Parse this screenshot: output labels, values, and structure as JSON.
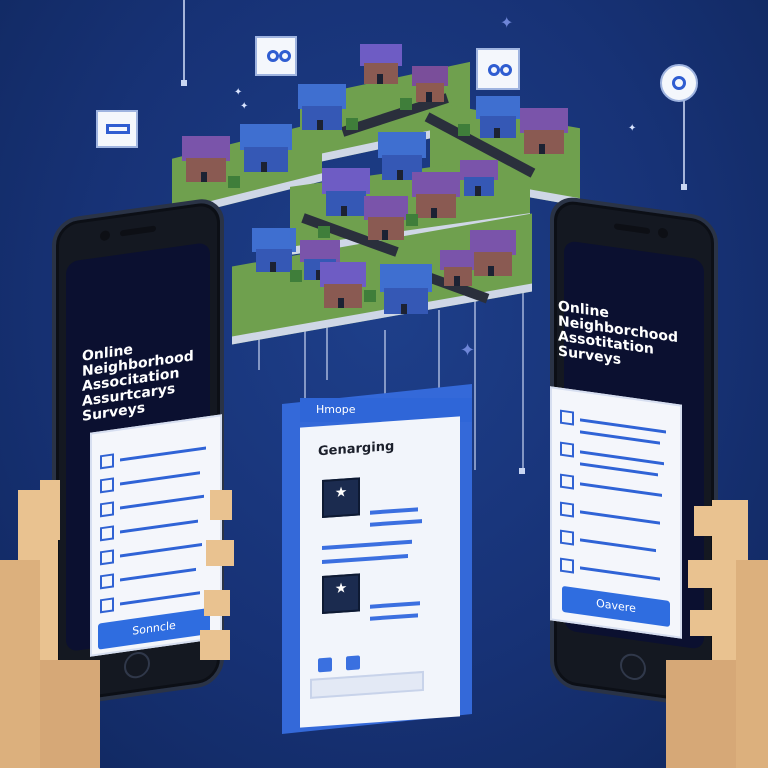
{
  "left_phone": {
    "title": "Online Neighborhood\nAssocitation\nAssurtcarys\nSurveys",
    "button_label": "Sonncle"
  },
  "right_phone": {
    "title": "Online\nNeighborchood\nAssotitation\nSurveys",
    "button_label": "Oavere"
  },
  "document": {
    "header": "Hmope",
    "title": "Genarging"
  },
  "icons": {
    "bubble": "chat-bubble-icon",
    "star": "star-icon",
    "check": "checkbox-icon",
    "house": "house-icon"
  },
  "colors": {
    "background": "#173276",
    "accent": "#2f6de0",
    "grass": "#6fa04e"
  }
}
